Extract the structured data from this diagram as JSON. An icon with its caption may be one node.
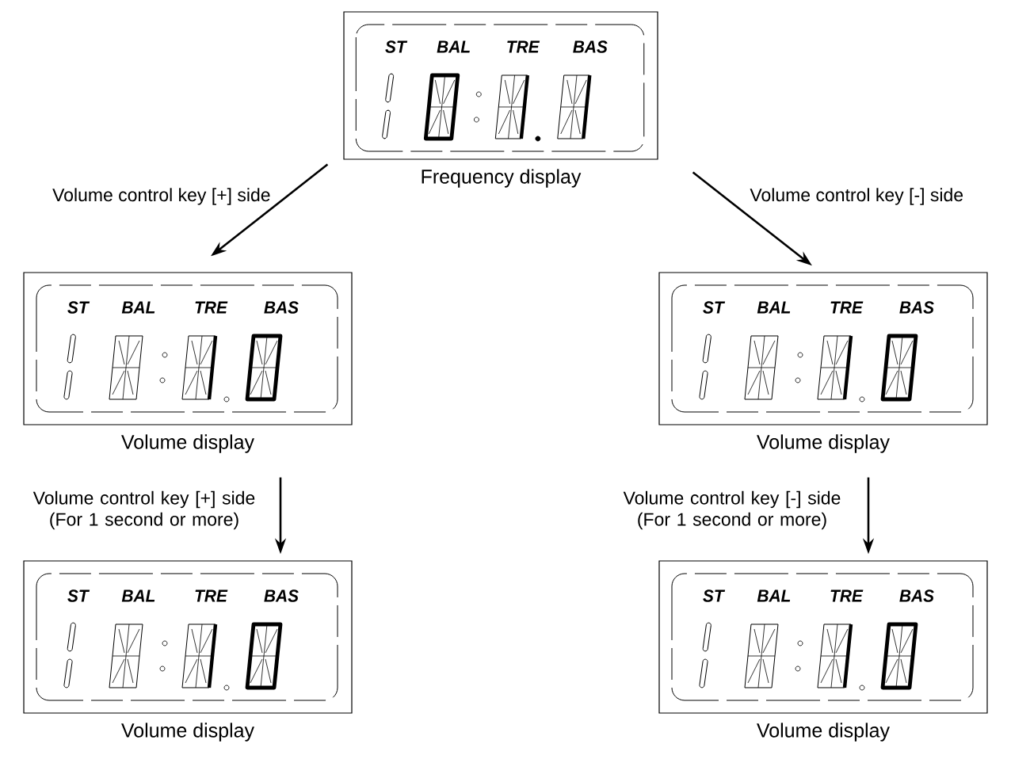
{
  "diagram": {
    "nodes": [
      {
        "text": [
          "ST",
          "BAL",
          "TRE",
          "BAS"
        ],
        "beside": [
          "Frequency display"
        ]
      },
      {
        "text": [
          "ST",
          "BAL",
          "TRE",
          "BAS"
        ],
        "beside": [
          "Volume display"
        ]
      },
      {
        "text": [
          "ST",
          "BAL",
          "TRE",
          "BAS"
        ],
        "beside": [
          "Volume display"
        ]
      },
      {
        "text": [
          "ST",
          "BAL",
          "TRE",
          "BAS"
        ],
        "beside": [
          "Volume display"
        ]
      },
      {
        "text": [
          "ST",
          "BAL",
          "TRE",
          "BAS"
        ],
        "beside": [
          "Volume display"
        ]
      }
    ],
    "edges": [
      {
        "from": 0,
        "to": 1,
        "arrow": "to",
        "label": "Volume control key [+] side"
      },
      {
        "from": 0,
        "to": 2,
        "arrow": "to",
        "label": "Volume control key [-] side"
      },
      {
        "from": 1,
        "to": 3,
        "arrow": "to",
        "label": "Volume control key [+] side (For 1 second or more)"
      },
      {
        "from": 2,
        "to": 4,
        "arrow": "to",
        "label": "Volume control key [-] side (For 1 second or more)"
      }
    ]
  }
}
